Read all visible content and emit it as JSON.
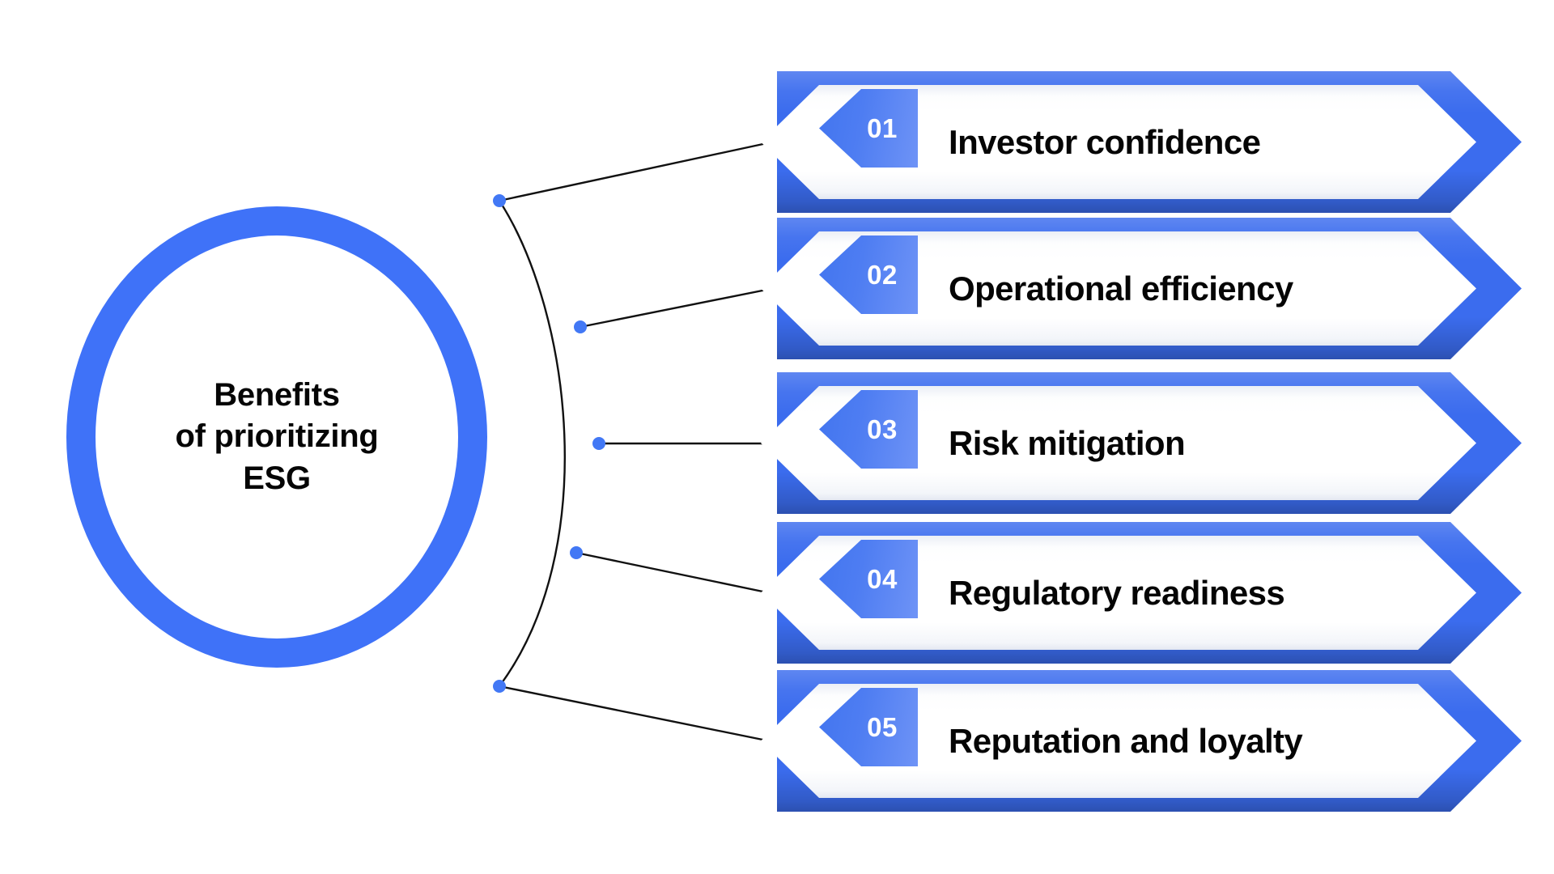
{
  "diagram": {
    "type": "radial-arrow-list",
    "background": "#ffffff",
    "accent_color": "#3F72F8",
    "band_color": "#3B6CEE",
    "chip_color": "#4E7DF2",
    "label_color": "#050505",
    "hub": {
      "title": "Benefits\nof prioritizing\nESG"
    },
    "items": [
      {
        "number": "01",
        "label": "Investor confidence"
      },
      {
        "number": "02",
        "label": "Operational efficiency"
      },
      {
        "number": "03",
        "label": "Risk mitigation"
      },
      {
        "number": "04",
        "label": "Regulatory readiness"
      },
      {
        "number": "05",
        "label": "Reputation and loyalty"
      }
    ]
  }
}
